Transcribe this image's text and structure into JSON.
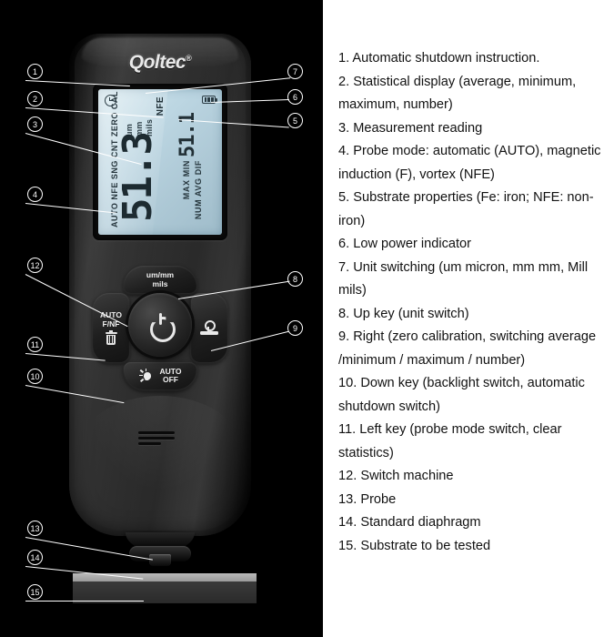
{
  "device": {
    "brand": "Qoltec",
    "brand_mark": "®",
    "lcd": {
      "left_legend": "AUTO NFE  SNG CNT ZERO CAL",
      "units": [
        "um",
        "mm",
        "mils"
      ],
      "substrate_label": "NFE",
      "main_reading": "51.3",
      "secondary_reading": "51.1",
      "stat_labels_row1": "MAX MIN",
      "stat_labels_row2": "NUM AVG DIF",
      "clock_icon": "clock-icon",
      "battery_icon": "battery-icon"
    },
    "keys": {
      "up": "um/mm\nmils",
      "up_line1": "um/mm",
      "up_line2": "mils",
      "left_line1": "AUTO",
      "left_line2": "F/NF",
      "left_icon": "trash-icon",
      "right_icon": "probe-zero-icon",
      "down_icon": "backlight-icon",
      "down_line1": "AUTO",
      "down_line2": "OFF",
      "center_icon": "power-icon"
    }
  },
  "callouts": [
    {
      "n": "1"
    },
    {
      "n": "2"
    },
    {
      "n": "3"
    },
    {
      "n": "4"
    },
    {
      "n": "5"
    },
    {
      "n": "6"
    },
    {
      "n": "7"
    },
    {
      "n": "8"
    },
    {
      "n": "9"
    },
    {
      "n": "10"
    },
    {
      "n": "11"
    },
    {
      "n": "12"
    },
    {
      "n": "13"
    },
    {
      "n": "14"
    },
    {
      "n": "15"
    }
  ],
  "legend": {
    "items": [
      "1. Automatic shutdown instruction.",
      "2. Statistical display (average, minimum, maximum, number)",
      "3. Measurement reading",
      "4. Probe mode: automatic (AUTO), magnetic induction (F), vortex (NFE)",
      "5. Substrate properties (Fe: iron; NFE: non-iron)",
      "6. Low power indicator",
      "7. Unit switching (um micron, mm mm, Mill mils)",
      "8. Up key (unit switch)",
      "9. Right (zero calibration, switching average /minimum / maximum / number)",
      "10. Down key (backlight switch, automatic shutdown switch)",
      "11. Left key (probe mode switch, clear statistics)",
      "12. Switch machine",
      "13. Probe",
      "14. Standard diaphragm",
      "15. Substrate to be tested"
    ]
  },
  "colors": {
    "panel_bg": "#000000",
    "page_bg": "#ffffff",
    "lcd_bg": "#bcd6e2",
    "lcd_ink": "#26363d",
    "callout_line": "#ffffff",
    "legend_text": "#111111",
    "diaphragm": "#b9b9b9",
    "substrate": "#3a3a3a"
  }
}
